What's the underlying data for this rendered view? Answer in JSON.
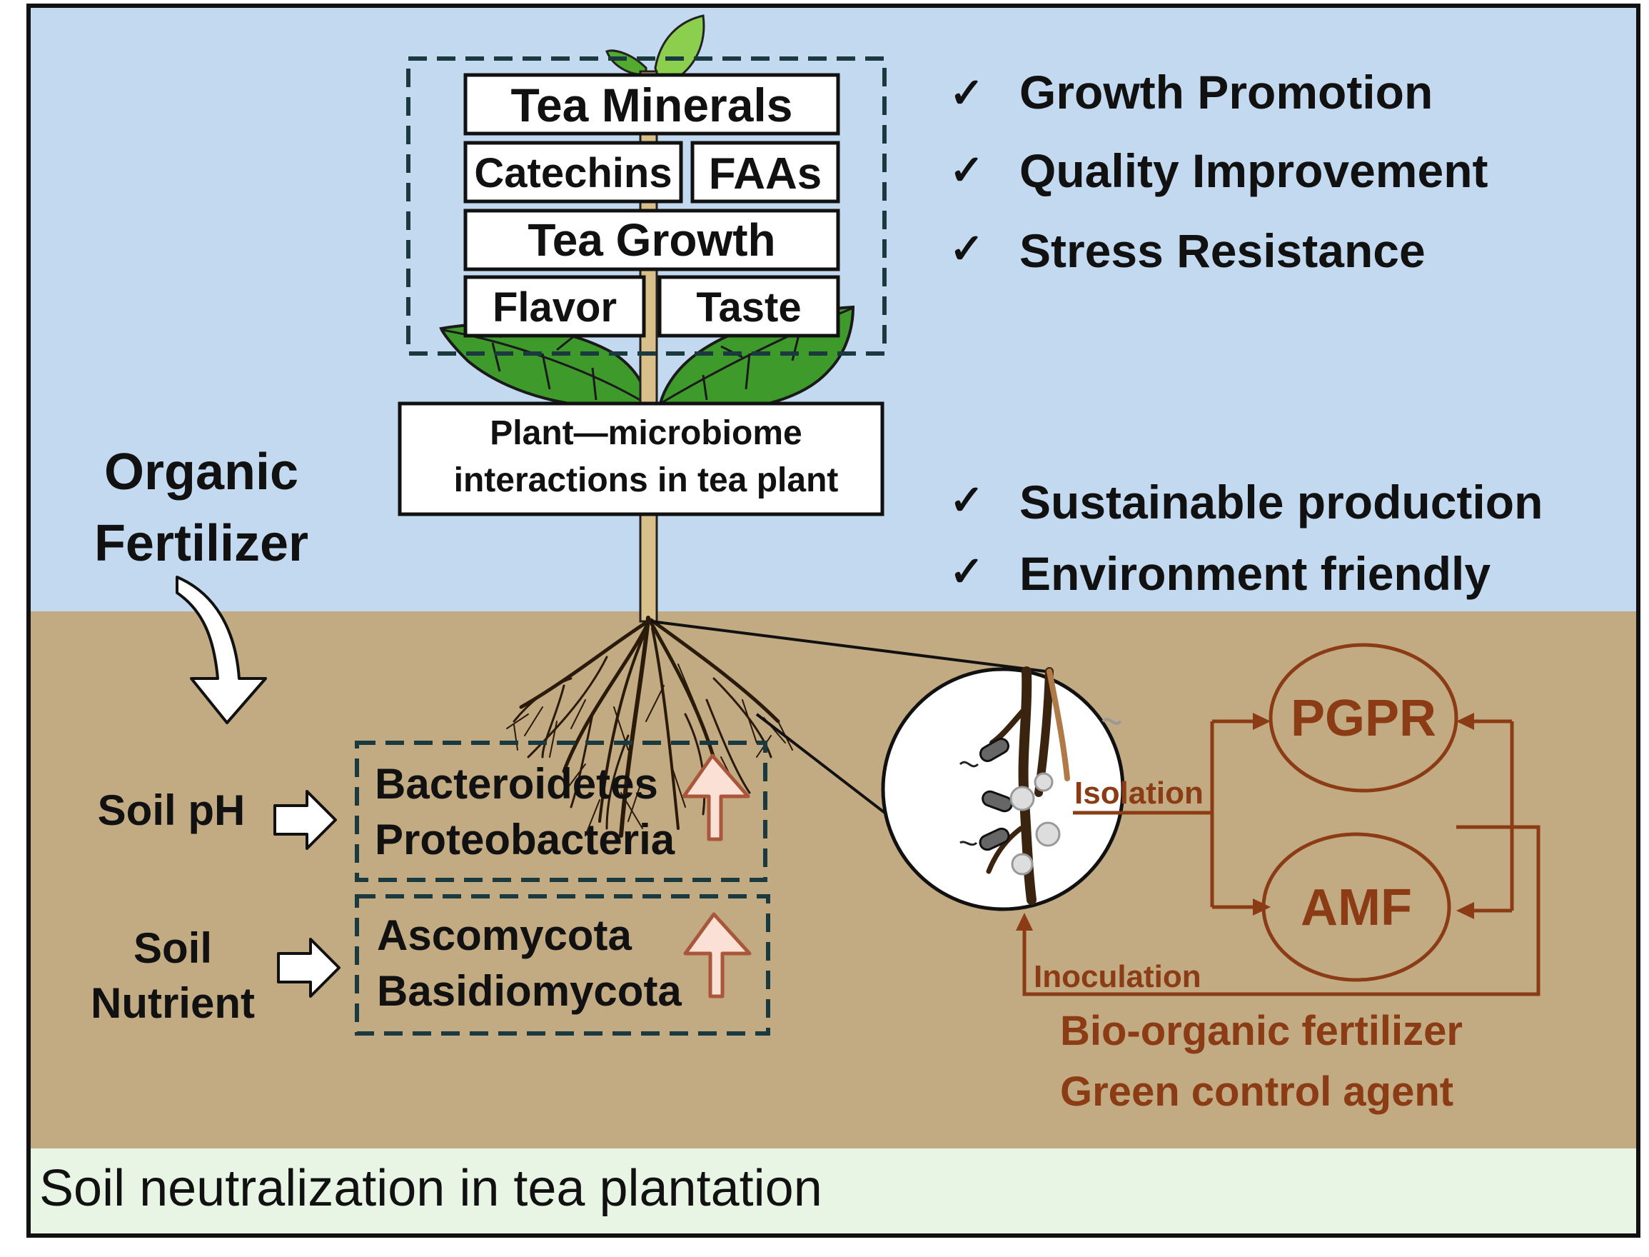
{
  "plant_panel": {
    "tea_minerals": "Tea Minerals",
    "catechins": "Catechins",
    "faas": "FAAs",
    "tea_growth": "Tea Growth",
    "flavor": "Flavor",
    "taste": "Taste",
    "interaction_line1": "Plant—microbiome",
    "interaction_line2": "interactions in tea plant"
  },
  "benefits": [
    {
      "check": "✓",
      "label": "Growth Promotion"
    },
    {
      "check": "✓",
      "label": "Quality Improvement"
    },
    {
      "check": "✓",
      "label": "Stress Resistance"
    },
    {
      "check": "✓",
      "label": "Sustainable production"
    },
    {
      "check": "✓",
      "label": "Environment friendly"
    }
  ],
  "fertilizer": {
    "line1": "Organic",
    "line2": "Fertilizer"
  },
  "soil_factors": {
    "ph": "Soil pH",
    "nutrient_line1": "Soil",
    "nutrient_line2": "Nutrient"
  },
  "bacteria": [
    "Bacteroidetes",
    "Proteobacteria"
  ],
  "fungi": [
    "Ascomycota",
    "Basidiomycota"
  ],
  "microbes": {
    "isolation": "Isolation",
    "inoculation": "Inoculation",
    "pgpr": "PGPR",
    "amf": "AMF",
    "product1": "Bio-organic fertilizer",
    "product2": "Green control agent"
  },
  "footer": "Soil neutralization in tea plantation",
  "colors": {
    "sky": "#c3d9ef",
    "soil": "#c2aa82",
    "footer_bg": "#e9f5e4",
    "microbe_brown": "#8b3c14",
    "dashed_box": "#1a3a3f",
    "leaf_green": "#3f9a2c",
    "up_arrow_fill": "#fbe1d5",
    "up_arrow_stroke": "#a9563a"
  }
}
